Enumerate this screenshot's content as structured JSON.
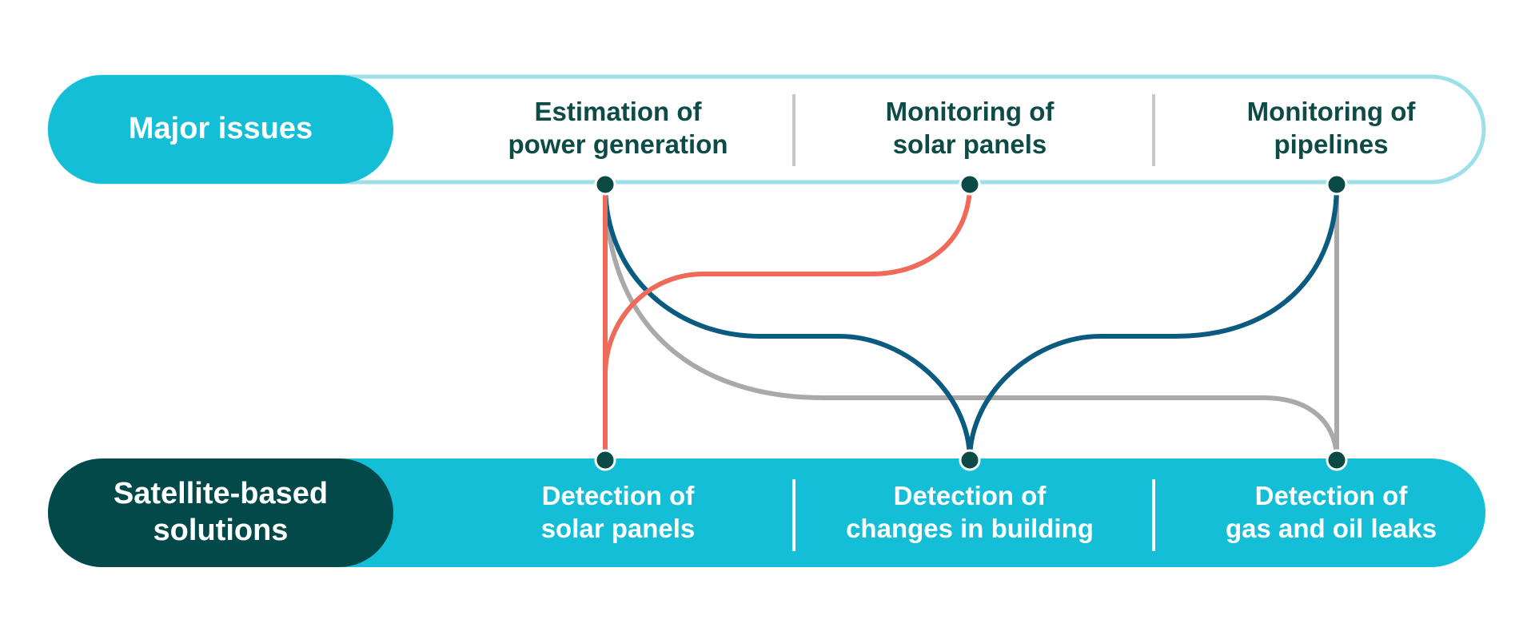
{
  "colors": {
    "cyan": "#14bed7",
    "light_cyan_border": "#9ee0ea",
    "dark_teal": "#03494a",
    "issue_text": "#0d4b47",
    "coral": "#ef6a58",
    "navy": "#0b5a80",
    "gray": "#a9a9a9",
    "divider_gray": "#c7c7c7",
    "node": "#0b4a45"
  },
  "major_issues": {
    "label": "Major issues",
    "items": [
      "Estimation of\npower generation",
      "Monitoring of\nsolar panels",
      "Monitoring of\npipelines"
    ]
  },
  "solutions": {
    "label": "Satellite-based\nsolutions",
    "items": [
      "Detection of\nsolar panels",
      "Detection of\nchanges in building",
      "Detection of\ngas and oil leaks"
    ]
  },
  "connections": [
    {
      "from_issue": 0,
      "to_solution": 0,
      "color": "coral"
    },
    {
      "from_issue": 1,
      "to_solution": 0,
      "color": "coral"
    },
    {
      "from_issue": 0,
      "to_solution": 1,
      "color": "navy"
    },
    {
      "from_issue": 2,
      "to_solution": 1,
      "color": "navy"
    },
    {
      "from_issue": 0,
      "to_solution": 2,
      "color": "gray"
    },
    {
      "from_issue": 2,
      "to_solution": 2,
      "color": "gray"
    }
  ]
}
